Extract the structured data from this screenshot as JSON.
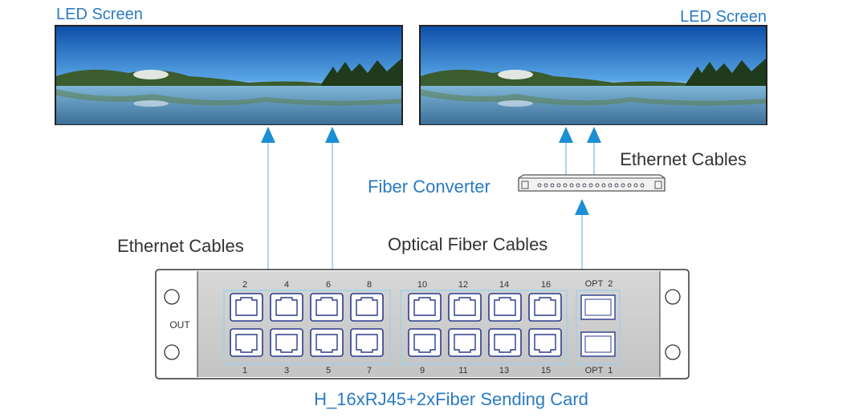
{
  "screens": [
    {
      "title": "LED Screen"
    },
    {
      "title": "LED Screen"
    }
  ],
  "labels": {
    "ethernet_left": "Ethernet Cables",
    "ethernet_right": "Ethernet Cables",
    "fiber_converter": "Fiber Converter",
    "optical_fiber": "Optical Fiber Cables",
    "out": "OUT",
    "card_title": "H_16xRJ45+2xFiber Sending Card"
  },
  "ports": {
    "group1_top": [
      "2",
      "4",
      "6",
      "8"
    ],
    "group1_bottom": [
      "1",
      "3",
      "5",
      "7"
    ],
    "group2_top": [
      "10",
      "12",
      "14",
      "16"
    ],
    "group2_bottom": [
      "9",
      "11",
      "13",
      "15"
    ],
    "opt_top": "OPT  2",
    "opt_bottom": "OPT  1"
  },
  "colors": {
    "accent_blue": "#2a7bc4",
    "arrow_blue": "#1b8fd6",
    "panel_border": "#555555",
    "port_box": "#9fd1e8",
    "port_outline": "#2c3b8c"
  }
}
